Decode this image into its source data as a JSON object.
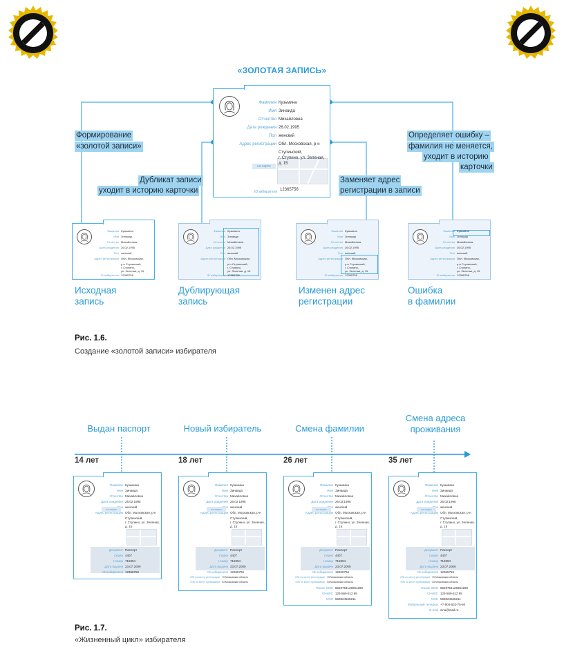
{
  "badges": {
    "icon": "no-entry-icon",
    "color_ring": "#e6b800",
    "color_fill": "#000000"
  },
  "figure16": {
    "title": "«ЗОЛОТАЯ ЗАПИСЬ»",
    "annotations": {
      "formation": [
        "Формирование",
        "«золотой записи»"
      ],
      "duplicate": [
        "Дубликат записи",
        "уходит в историю карточки"
      ],
      "address": [
        "Заменяет адрес",
        "регистрации в записи"
      ],
      "error": [
        "Определяет ошибку –",
        "фамилия не меняется,",
        "уходит в историю",
        "карточки"
      ]
    },
    "main_card": {
      "fields": [
        {
          "k": "Фамилия",
          "v": "Кузьмина"
        },
        {
          "k": "Имя",
          "v": "Зинаида"
        },
        {
          "k": "Отчество",
          "v": "Михайловна"
        },
        {
          "k": "Дата рождения",
          "v": "26.02.1995"
        },
        {
          "k": "Пол",
          "v": "женский"
        },
        {
          "k": "Адрес регистрации",
          "v": "Обл. Московская, р-н"
        }
      ],
      "address_extra": [
        "Ступинский,",
        "г. Ступино, ул. Зеленая,",
        "д. 15"
      ],
      "map_button": "на карте",
      "id_label": "ID избирателя",
      "id_value": "12365756"
    },
    "small_card": {
      "fields": [
        {
          "k": "Фамилия",
          "v": "Кузьмина"
        },
        {
          "k": "Имя",
          "v": "Зинаида"
        },
        {
          "k": "Отчество",
          "v": "Михайловна"
        },
        {
          "k": "Дата рождения",
          "v": "26.02.1995"
        },
        {
          "k": "Пол",
          "v": "женский"
        },
        {
          "k": "Адрес регистрации",
          "v": "Обл. Московская,"
        }
      ],
      "address_extra": [
        "р-н Ступинский,",
        "г. Ступино,",
        "ул. Зеленая, д. 15"
      ],
      "id_label": "ID избирателя",
      "id_value": "12365756"
    },
    "captions": [
      [
        "Исходная",
        "запись"
      ],
      [
        "Дублирующая",
        "запись"
      ],
      [
        "Изменен адрес",
        "регистрации"
      ],
      [
        "Ошибка",
        "в фамилии"
      ]
    ],
    "fig_num": "Рис. 1.6.",
    "fig_caption": "Создание «золотой записи» избирателя"
  },
  "figure17": {
    "events": [
      "Выдан паспорт",
      "Новый избиратель",
      "Смена фамилии",
      "Смена адреса проживания"
    ],
    "ages": [
      "14 лет",
      "18 лет",
      "26 лет",
      "35 лет"
    ],
    "cards": {
      "fields": [
        {
          "k": "Фамилия",
          "v": "Кузьмина"
        },
        {
          "k": "Имя",
          "v": "Зинаида"
        },
        {
          "k": "Отчество",
          "v": "Михайловна"
        },
        {
          "k": "Дата рождения",
          "v": "26.02.1995"
        },
        {
          "k": "Пол",
          "v": "женский"
        },
        {
          "k": "Адрес регистрации",
          "v": "Обл. Московская, р-н"
        }
      ],
      "address_extra": [
        "Ступинский,",
        "г. Ступино, ул. Зеленая,",
        "д. 15"
      ],
      "map_button": "на карте",
      "doc_fields": [
        {
          "k": "Документ",
          "v": "Паспорт"
        },
        {
          "k": "Серия",
          "v": "4407"
        },
        {
          "k": "Номер",
          "v": "715994"
        },
        {
          "k": "Дата выдачи",
          "v": "23.07.2009"
        }
      ],
      "id_label": "ID избирателя",
      "id_value": "12365756",
      "uik_reg": "УИК по месту регистрации",
      "uik_reg_v": "79 Московская область",
      "uik_stay": "УИК по месту пребывания",
      "uik_stay_v": "33 Московская область",
      "extra3": [
        {
          "k": "Полис ОМС",
          "v": "8629754126954269"
        },
        {
          "k": "СНИЛС",
          "v": "125-569-512 95"
        },
        {
          "k": "ИНН",
          "v": "569824565211"
        }
      ],
      "extra4": [
        {
          "k": "Мобильный телефон",
          "v": "+7-904-632-75-60"
        },
        {
          "k": "E-mail",
          "v": "zina@mail.ru"
        }
      ]
    },
    "fig_num": "Рис. 1.7.",
    "fig_caption": "«Жизненный цикл» избирателя"
  },
  "colors": {
    "accent": "#2a9ad6",
    "highlight": "#9fd4f1",
    "line": "#45aee6"
  }
}
